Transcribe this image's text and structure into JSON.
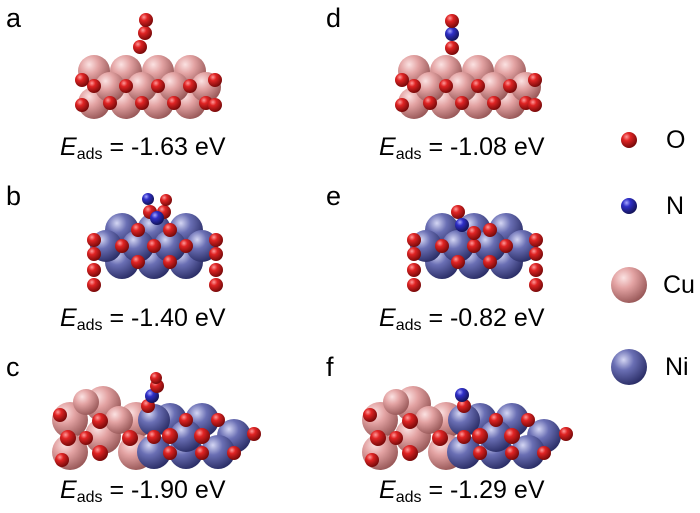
{
  "panels": [
    {
      "letter": "a",
      "e_symbol": "E",
      "e_sub": "ads",
      "e_value": "= -1.63 eV"
    },
    {
      "letter": "b",
      "e_symbol": "E",
      "e_sub": "ads",
      "e_value": "= -1.40 eV"
    },
    {
      "letter": "c",
      "e_symbol": "E",
      "e_sub": "ads",
      "e_value": "= -1.90 eV"
    },
    {
      "letter": "d",
      "e_symbol": "E",
      "e_sub": "ads",
      "e_value": "= -1.08 eV"
    },
    {
      "letter": "e",
      "e_symbol": "E",
      "e_sub": "ads",
      "e_value": "= -0.82 eV"
    },
    {
      "letter": "f",
      "e_symbol": "E",
      "e_sub": "ads",
      "e_value": "= -1.29 eV"
    }
  ],
  "legend": [
    {
      "label": "O",
      "color": "#d42020"
    },
    {
      "label": "N",
      "color": "#2b2bbf"
    },
    {
      "label": "Cu",
      "color": "#e8a0a0"
    },
    {
      "label": "Ni",
      "color": "#5e63a8"
    }
  ]
}
